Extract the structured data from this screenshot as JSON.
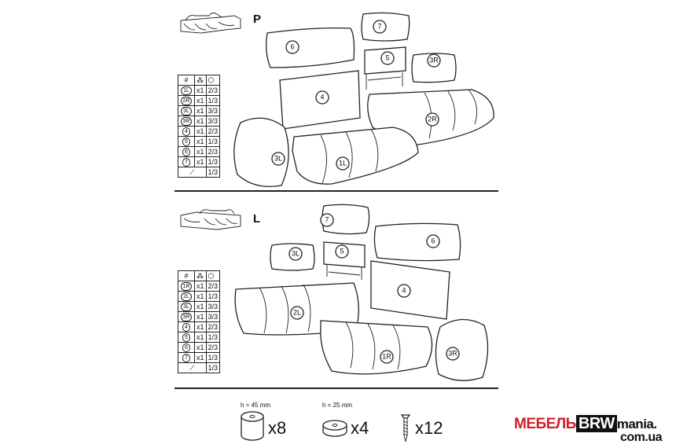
{
  "section_p": {
    "letter": "P",
    "headers": [
      "#",
      "⁂",
      "⬡"
    ],
    "rows": [
      {
        "id": "1L",
        "qty": "x1",
        "box": "2/3"
      },
      {
        "id": "2R",
        "qty": "x1",
        "box": "1/3"
      },
      {
        "id": "3L",
        "qty": "x1",
        "box": "3/3"
      },
      {
        "id": "3R",
        "qty": "x1",
        "box": "3/3"
      },
      {
        "id": "4",
        "qty": "x1",
        "box": "2/3"
      },
      {
        "id": "5",
        "qty": "x1",
        "box": "1/3"
      },
      {
        "id": "6",
        "qty": "x1",
        "box": "2/3"
      },
      {
        "id": "7",
        "qty": "x1",
        "box": "1/3"
      },
      {
        "id": "",
        "qty": "",
        "box": "1/3"
      }
    ],
    "labels": {
      "p6": "6",
      "p7": "7",
      "p5": "5",
      "p3r": "3R",
      "p4": "4",
      "p2r": "2R",
      "p3l": "3L",
      "p1l": "1L"
    }
  },
  "section_l": {
    "letter": "L",
    "headers": [
      "#",
      "⁂",
      "⬡"
    ],
    "rows": [
      {
        "id": "1R",
        "qty": "x1",
        "box": "2/3"
      },
      {
        "id": "2L",
        "qty": "x1",
        "box": "1/3"
      },
      {
        "id": "3L",
        "qty": "x1",
        "box": "3/3"
      },
      {
        "id": "3R",
        "qty": "x1",
        "box": "3/3"
      },
      {
        "id": "4",
        "qty": "x1",
        "box": "2/3"
      },
      {
        "id": "5",
        "qty": "x1",
        "box": "1/3"
      },
      {
        "id": "6",
        "qty": "x1",
        "box": "2/3"
      },
      {
        "id": "7",
        "qty": "x1",
        "box": "1/3"
      },
      {
        "id": "",
        "qty": "",
        "box": "1/3"
      }
    ],
    "labels": {
      "p7": "7",
      "p3l": "3L",
      "p5": "5",
      "p6": "6",
      "p2l": "2L",
      "p4": "4",
      "p1r": "1R",
      "p3r": "3R"
    }
  },
  "hardware": [
    {
      "height": "h = 45 mm",
      "qty": "x8",
      "icon": "tall-foot-icon"
    },
    {
      "height": "h = 25 mm",
      "qty": "x4",
      "icon": "short-foot-icon"
    },
    {
      "height": "",
      "qty": "x12",
      "icon": "screw-icon"
    }
  ],
  "brand": {
    "part1": "МЕБЕЛЬ",
    "part2": "BRW",
    "part3": "mania.",
    "part4": "com.ua"
  },
  "colors": {
    "brand_red": "#d21f27",
    "ink": "#222222"
  }
}
